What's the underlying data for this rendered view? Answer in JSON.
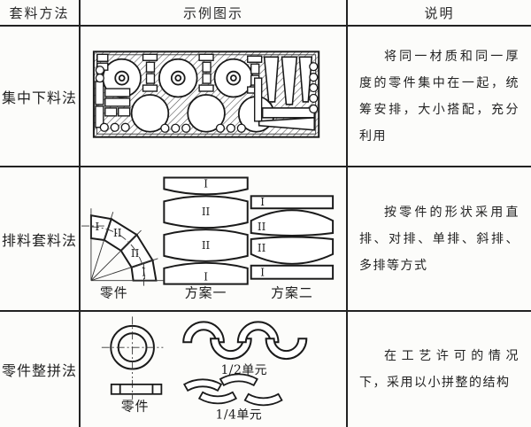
{
  "table": {
    "headers": [
      "套料方法",
      "示例图示",
      "说明"
    ],
    "rows": [
      {
        "method": "集中下料法",
        "description": "将同一材质和同一厚度的零件集中在一起，统筹安排，大小搭配，充分利用"
      },
      {
        "method": "排料套料法",
        "description": "按零件的形状采用直排、对排、单排、斜排、多排等方式",
        "part_label": "零件",
        "scheme1_label": "方案一",
        "scheme2_label": "方案二",
        "part_marks": [
          "I",
          "II",
          "II",
          "I"
        ],
        "scheme1_marks": [
          "I",
          "II",
          "II",
          "I"
        ],
        "scheme2_marks": [
          "I",
          "II",
          "II",
          "I"
        ]
      },
      {
        "method": "零件整拼法",
        "description": "在工艺许可的情况下，采用以小拼整的结构",
        "part_label": "零件",
        "half_label": "1/2单元",
        "quarter_label": "1/4单元"
      }
    ]
  },
  "colors": {
    "line": "#1a1a1a",
    "paper": "#fcfcfa"
  }
}
